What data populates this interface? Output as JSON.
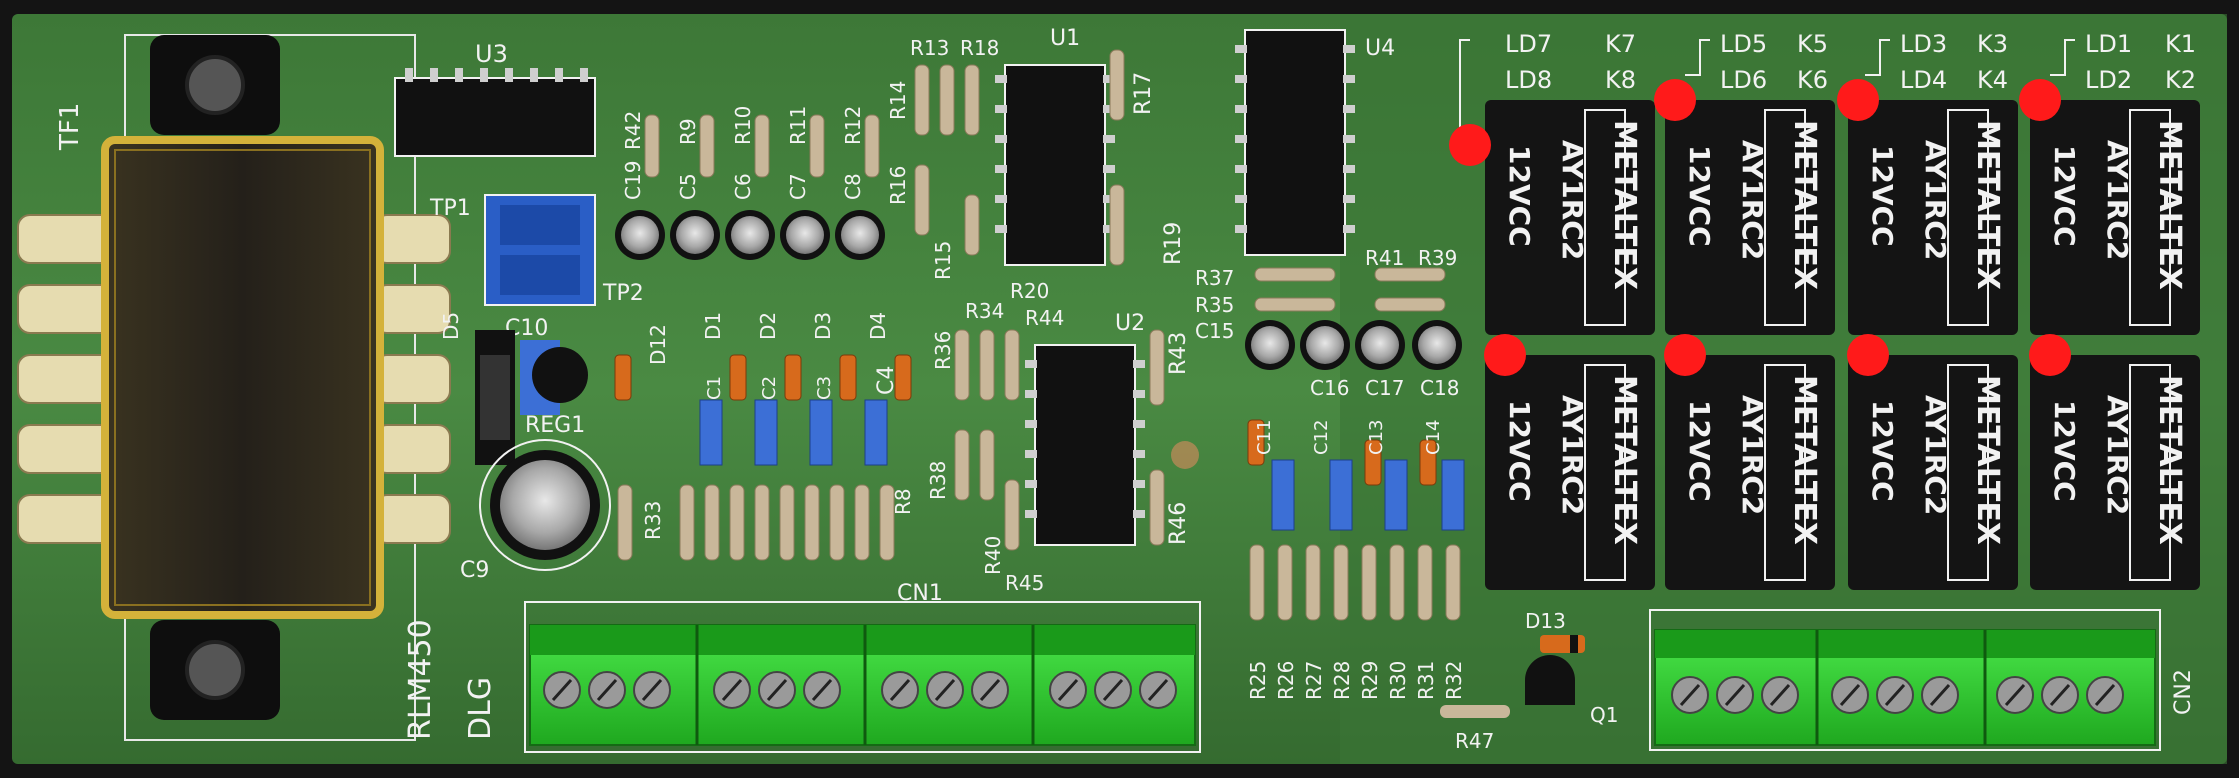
{
  "colors": {
    "pcb": "#3f7a3a",
    "pcb_dark": "#2f5f2c",
    "silk": "#f2f2f2",
    "relay": "#141414",
    "terminal": "#2fd12f",
    "led": "#ff1a1a",
    "trimmer": "#3c6fd6",
    "transformer_body": "#2e2a1a",
    "transformer_frame": "#d4b23a"
  },
  "board": {
    "name": "RLM450",
    "maker": "DLG"
  },
  "labels": {
    "tf1": "TF1",
    "u1": "U1",
    "u2": "U2",
    "u3": "U3",
    "u4": "U4",
    "tp1": "TP1",
    "tp2": "TP2",
    "reg1": "REG1",
    "c9": "C9",
    "c10": "C10",
    "c4": "C4",
    "c15": "C15",
    "c16": "C16",
    "c17": "C17",
    "c18": "C18",
    "c19": "C19",
    "c5": "C5",
    "c6": "C6",
    "c7": "C7",
    "c8": "C8",
    "c11": "C11",
    "c12": "C12",
    "c13": "C13",
    "c14": "C14",
    "c1": "C1",
    "c2": "C2",
    "c3": "C3",
    "d1": "D1",
    "d2": "D2",
    "d3": "D3",
    "d4": "D4",
    "d5": "D5",
    "d12": "D12",
    "d13": "D13",
    "q1": "Q1",
    "cn1": "CN1",
    "cn2": "CN2",
    "r8": "R8",
    "r9": "R9",
    "r10": "R10",
    "r11": "R11",
    "r12": "R12",
    "r13": "R13",
    "r14": "R14",
    "r15": "R15",
    "r16": "R16",
    "r17": "R17",
    "r18": "R18",
    "r19": "R19",
    "r20": "R20",
    "r33": "R33",
    "r34": "R34",
    "r35": "R35",
    "r36": "R36",
    "r37": "R37",
    "r38": "R38",
    "r39": "R39",
    "r40": "R40",
    "r41": "R41",
    "r42": "R42",
    "r43": "R43",
    "r44": "R44",
    "r45": "R45",
    "r46": "R46",
    "r47": "R47",
    "r25": "R25",
    "r26": "R26",
    "r27": "R27",
    "r28": "R28",
    "r29": "R29",
    "r30": "R30",
    "r31": "R31",
    "r32": "R32",
    "ld1": "LD1",
    "ld2": "LD2",
    "ld3": "LD3",
    "ld4": "LD4",
    "ld5": "LD5",
    "ld6": "LD6",
    "ld7": "LD7",
    "ld8": "LD8",
    "k1": "K1",
    "k2": "K2",
    "k3": "K3",
    "k4": "K4",
    "k5": "K5",
    "k6": "K6",
    "k7": "K7",
    "k8": "K8"
  },
  "relays": {
    "brand": "METALTEX",
    "model": "AY1RC2",
    "voltage": "12VCC"
  }
}
